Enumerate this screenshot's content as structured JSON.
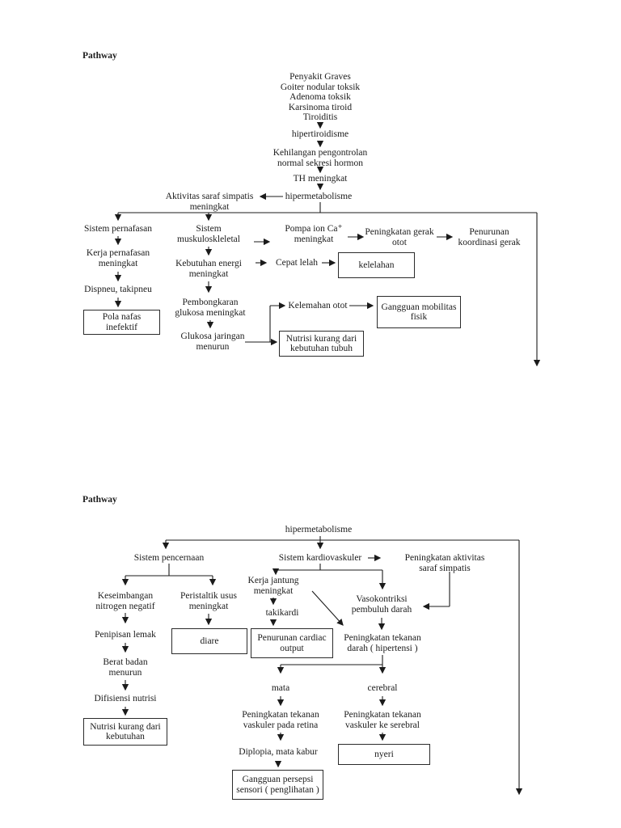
{
  "page1": {
    "heading": "Pathway",
    "etiology": "Penyakit Graves\nGoiter nodular toksik\nAdenoma toksik\nKarsinoma tiroid\nTiroiditis",
    "hipertiroidisme": "hipertiroidisme",
    "kehilangan_pengontrolan": "Kehilangan pengontrolan\nnormal sekresi hormon",
    "th_meningkat": "TH meningkat",
    "hipermetabolisme": "hipermetabolisme",
    "aktivitas_saraf": "Aktivitas saraf simpatis\nmeningkat",
    "sistem_pernafasan": "Sistem pernafasan",
    "kerja_pernafasan": "Kerja pernafasan\nmeningkat",
    "dispneu": "Dispneu, takipneu",
    "pola_nafas": "Pola nafas\ninefektif",
    "sistem_muskulo": "Sistem\nmuskuloskleletal",
    "kebutuhan_energi": "Kebutuhan energi\nmeningkat",
    "pembongkaran": "Pembongkaran\nglukosa meningkat",
    "glukosa_jaringan": "Glukosa jaringan\nmenurun",
    "pompa_ion": "Pompa ion Ca⁺\nmeningkat",
    "peningkatan_gerak": "Peningkatan gerak\notot",
    "penurunan_koordinasi": "Penurunan\nkoordinasi gerak",
    "cepat_lelah": "Cepat lelah",
    "kelelahan": "kelelahan",
    "kelemahan_otot": "Kelemahan otot",
    "gangguan_mobilitas": "Gangguan mobilitas\nfisik",
    "nutrisi_tubuh": "Nutrisi kurang dari\nkebutuhan tubuh"
  },
  "page2": {
    "heading": "Pathway",
    "hipermetabolisme": "hipermetabolisme",
    "sistem_pencernaan": "Sistem pencernaan",
    "sistem_kardiovaskuler": "Sistem kardiovaskuler",
    "peningkatan_aktivitas": "Peningkatan aktivitas\nsaraf simpatis",
    "keseimbangan": "Keseimbangan\nnitrogen negatif",
    "peristaltik": "Peristaltik usus\nmeningkat",
    "kerja_jantung": "Kerja jantung\nmeningkat",
    "takikardi": "takikardi",
    "vasokontriksi": "Vasokontriksi\npembuluh darah",
    "penipisan_lemak": "Penipisan lemak",
    "diare": "diare",
    "penurunan_cardiac": "Penurunan cardiac\noutput",
    "tekanan_darah": "Peningkatan tekanan\ndarah ( hipertensi )",
    "berat_badan": "Berat badan\nmenurun",
    "difisiensi": "Difisiensi nutrisi",
    "nutrisi_kebutuhan": "Nutrisi kurang dari\nkebutuhan",
    "mata": "mata",
    "cerebral": "cerebral",
    "retina": "Peningkatan tekanan\nvaskuler pada retina",
    "serebral": "Peningkatan tekanan\nvaskuler ke serebral",
    "diplopia": "Diplopia, mata kabur",
    "nyeri": "nyeri",
    "gangguan_persepsi": "Gangguan persepsi\nsensori ( penglihatan )"
  }
}
